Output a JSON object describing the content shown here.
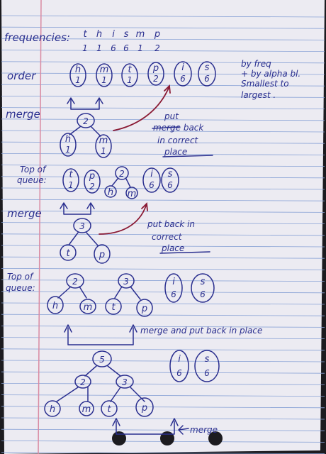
{
  "header": {
    "label": "frequencies:",
    "symbols": [
      "t",
      "h",
      "i",
      "s",
      "m",
      "p"
    ],
    "counts": [
      "1",
      "1",
      "6",
      "6",
      "1",
      "2"
    ]
  },
  "row_order": {
    "label": "order",
    "nodes": [
      {
        "sym": "h",
        "num": "1"
      },
      {
        "sym": "m",
        "num": "1"
      },
      {
        "sym": "t",
        "num": "1"
      },
      {
        "sym": "p",
        "num": "2"
      },
      {
        "sym": "i",
        "num": "6"
      },
      {
        "sym": "s",
        "num": "6"
      }
    ],
    "note": [
      "by freq",
      "+ by alpha bl.",
      "Smallest to",
      "largest ."
    ]
  },
  "merge1": {
    "label": "merge",
    "root": "2",
    "left": {
      "sym": "h",
      "num": "1"
    },
    "right": {
      "sym": "m",
      "num": "1"
    },
    "note": [
      "put",
      "merge back",
      "in correct",
      "place"
    ]
  },
  "queue1": {
    "label": [
      "Top of",
      "queue:"
    ],
    "nodes": [
      {
        "sym": "t",
        "num": "1"
      },
      {
        "sym": "p",
        "num": "2"
      }
    ],
    "tree": {
      "root": "2",
      "left": "h",
      "right": "m"
    },
    "tail": [
      {
        "sym": "i",
        "num": "6"
      },
      {
        "sym": "s",
        "num": "6"
      }
    ]
  },
  "merge2": {
    "label": "merge",
    "root": "3",
    "left": "t",
    "right": "p",
    "note": [
      "put back in",
      "correct",
      "place"
    ]
  },
  "queue2": {
    "label": [
      "Top of",
      "queue:"
    ],
    "tree_a": {
      "root": "2",
      "left": "h",
      "right": "m"
    },
    "tree_b": {
      "root": "3",
      "left": "t",
      "right": "p"
    },
    "tail": [
      {
        "sym": "i",
        "num": "6"
      },
      {
        "sym": "s",
        "num": "6"
      }
    ],
    "note": "merge and put back in place"
  },
  "final": {
    "root": "5",
    "mid_left": "2",
    "mid_right": "3",
    "leaves": [
      "h",
      "m",
      "t",
      "p"
    ],
    "tail": [
      {
        "sym": "i",
        "num": "6"
      },
      {
        "sym": "s",
        "num": "6"
      }
    ],
    "note": "merge"
  },
  "colors": {
    "paper": "#ecebf2",
    "rule": "#8aa3d6",
    "margin": "#d98aa2",
    "ink": "#2a2f8f",
    "red_ink": "#8a1a34"
  }
}
